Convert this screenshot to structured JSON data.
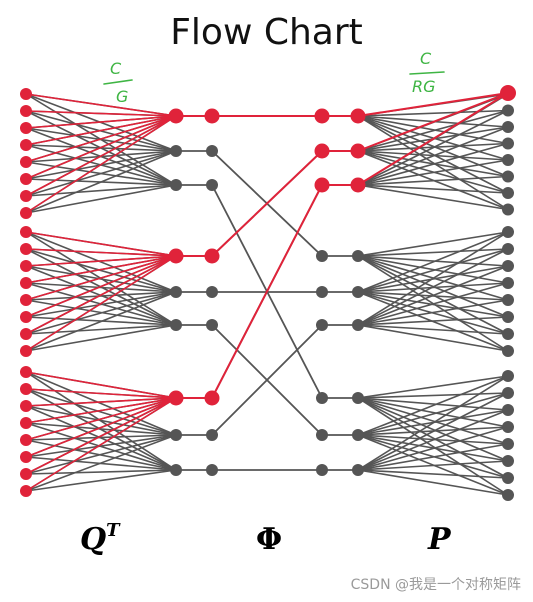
{
  "title": "Flow Chart",
  "labels": {
    "qt_base": "Q",
    "qt_sup": "T",
    "phi": "Φ",
    "p": "P"
  },
  "annotations": {
    "left_fraction": {
      "numerator": "C",
      "denominator": "G"
    },
    "right_fraction": {
      "numerator": "C",
      "denominator": "RG"
    }
  },
  "watermark": "CSDN @我是一个对称矩阵",
  "colors": {
    "node_gray": "#555555",
    "edge_gray": "#555555",
    "highlight_red": "#e0233a",
    "annotation_green": "#3fb544"
  }
}
